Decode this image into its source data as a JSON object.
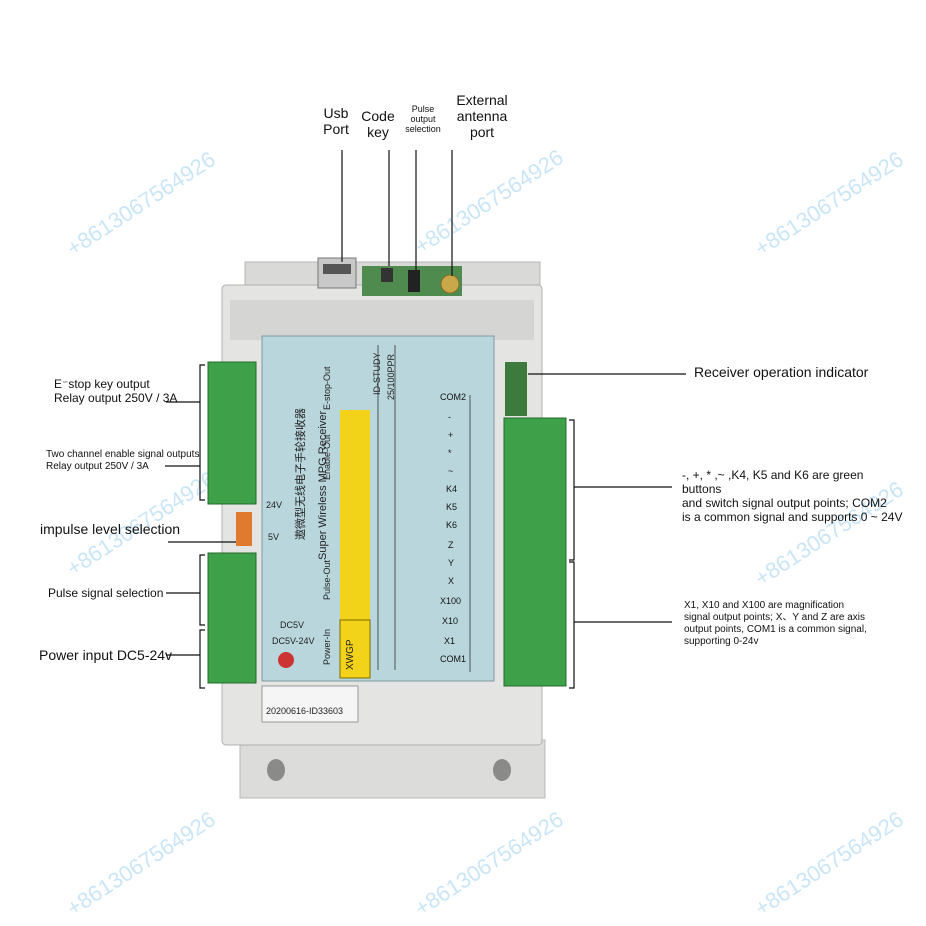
{
  "labels": {
    "usb_port": "Usb\nPort",
    "code_key": "Code\nkey",
    "pulse_output_selection": "Pulse\noutput\nselection",
    "external_antenna_port": "External\nantenna\nport",
    "estop_output": "E⁻stop key output\nRelay output 250V / 3A",
    "enable_outputs": "Two channel enable signal outputs\nRelay output 250V / 3A",
    "impulse_level": "impulse level selection",
    "pulse_signal": "Pulse signal selection",
    "power_input": "Power input DC5-24v",
    "receiver_indicator": "Receiver operation indicator",
    "green_buttons": "-, +, * ,~ ,K4, K5 and K6 are green\nbuttons\nand switch signal output points; COM2\nis a common signal and supports 0 ~ 24V",
    "magnification": "X1, X10 and X100 are magnification\n signal output points; X、Y and Z are axis\n  output points, COM1 is a common signal,\n supporting 0-24v"
  },
  "board": {
    "title_cn": "遨微型无线电子手轮接收器",
    "title_en": "Super Wireless MPG Receiver",
    "brand": "XWGP",
    "model": "ID-STUDY",
    "freq": "25/100PPR",
    "serial": "20200616-ID33603",
    "left_terminals": [
      "E-stop-Out",
      "Enable-Out",
      "Pulse-Out",
      "Power-In"
    ],
    "right_terminals": [
      "COM2",
      "-",
      "+",
      "*",
      "~",
      "K4",
      "K5",
      "K6",
      "Z",
      "Y",
      "X",
      "X100",
      "X10",
      "X1",
      "COM1"
    ],
    "voltage_top": "24V",
    "voltage_bottom": "5V",
    "dc_label": "DC5V",
    "power_label": "DC5V-24V"
  },
  "watermark": "+8613067564926",
  "colors": {
    "housing": "#e4e4e2",
    "panel": "#b9d6dd",
    "terminal": "#3fa04a",
    "label_yellow": "#f3d21a",
    "watermark": "#9fd0f0"
  }
}
